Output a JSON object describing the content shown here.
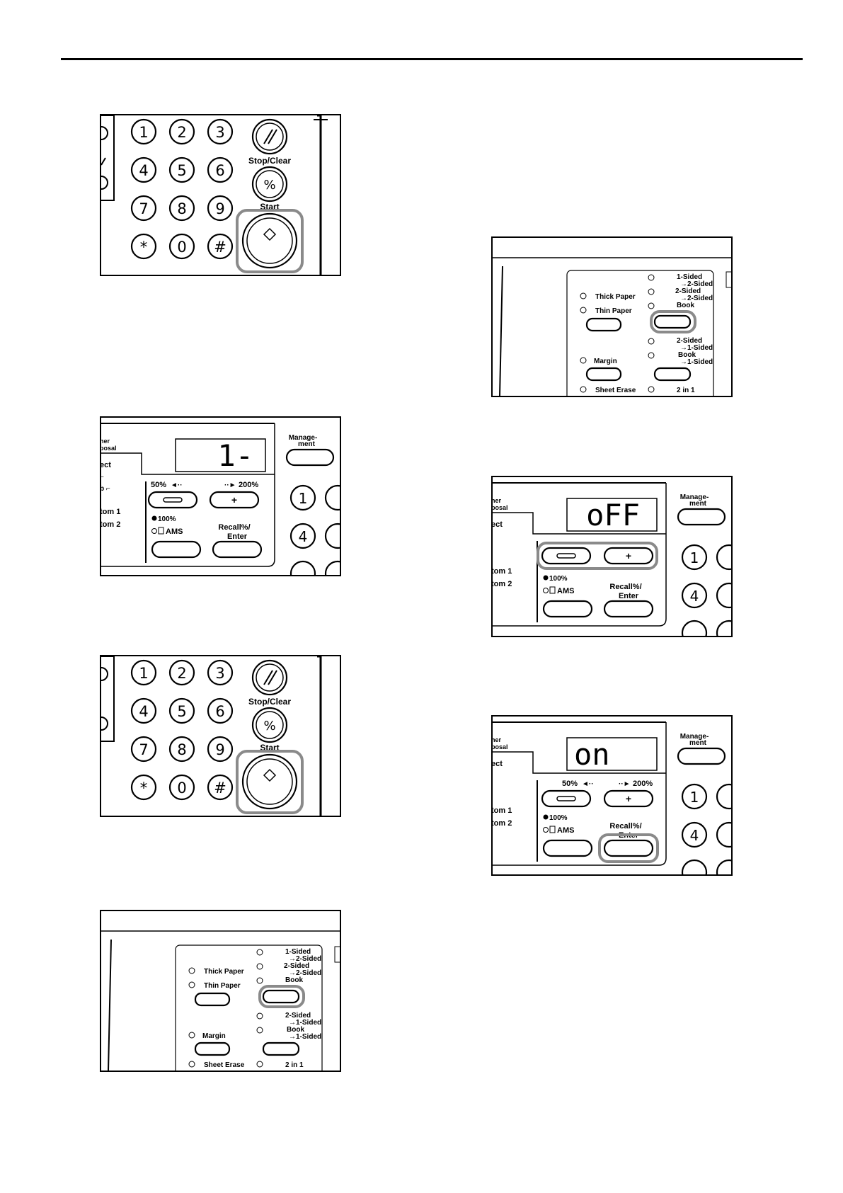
{
  "keypad": {
    "digits": [
      "1",
      "2",
      "3",
      "4",
      "5",
      "6",
      "7",
      "8",
      "9",
      "*",
      "0",
      "#"
    ],
    "stop_clear_label": "Stop/Clear",
    "start_label": "Start"
  },
  "display_panel": {
    "partial_labels": [
      "her",
      "posal",
      "ect",
      "tom 1",
      "tom 2"
    ],
    "management_label_1": "Manage-",
    "management_label_2": "ment",
    "zoom_minus_label": "50%",
    "zoom_plus_label": "200%",
    "percent_100_label": "100%",
    "ams_label": "AMS",
    "recall_label_1": "Recall%/",
    "recall_label_2": "Enter"
  },
  "displays": {
    "step2": "1-",
    "step6": "oFF",
    "step7": "on"
  },
  "duplex_panel": {
    "thick_paper_label": "Thick Paper",
    "thin_paper_label": "Thin Paper",
    "margin_label": "Margin",
    "sheet_erase_label": "Sheet Erase",
    "one_sided": "1-Sided",
    "to_two_sided": "→2-Sided",
    "two_sided": "2-Sided",
    "book": "Book",
    "to_one_sided": "→1-Sided",
    "two_in_one": "2 in 1"
  }
}
